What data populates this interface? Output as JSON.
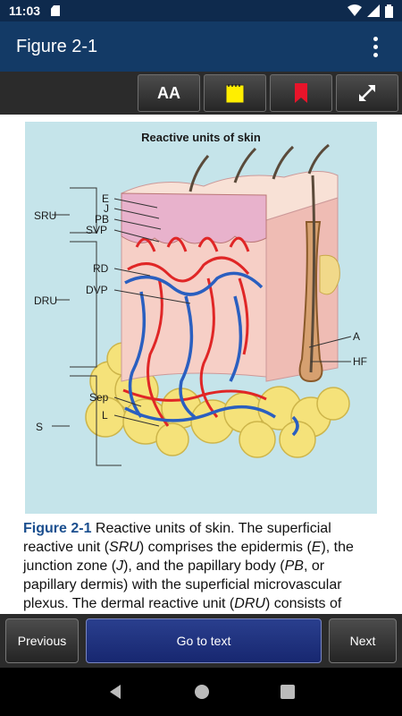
{
  "status_bar": {
    "time": "11:03"
  },
  "app_bar": {
    "title": "Figure 2-1"
  },
  "toolbar": {
    "font_size_label": "AA"
  },
  "figure": {
    "title": "Reactive units of skin",
    "labels": {
      "sru": "SRU",
      "dru": "DRU",
      "s": "S",
      "e": "E",
      "j": "J",
      "pb": "PB",
      "svp": "SVP",
      "rd": "RD",
      "dvp": "DVP",
      "sep": "Sep",
      "l": "L",
      "a": "A",
      "hf": "HF"
    }
  },
  "caption": {
    "lead": "Figure 2-1",
    "t1": " Reactive units of skin. The superficial reactive unit (",
    "i1": "SRU",
    "t2": ") comprises the epidermis (",
    "i2": "E",
    "t3": "), the junction zone (",
    "i3": "J",
    "t4": "), and the papillary body (",
    "i4": "PB",
    "t5": ", or papillary dermis) with the superficial microvascular plexus. The dermal reactive unit (",
    "i5": "DRU",
    "t6": ") consists of"
  },
  "bottom_bar": {
    "previous": "Previous",
    "go_to_text": "Go to text",
    "next": "Next"
  },
  "colors": {
    "status_bar": "#0e2a4d",
    "app_bar": "#133a66",
    "toolbar": "#2b2b2b",
    "figure_bg": "#c5e4ea",
    "caption_lead": "#1b4f8f"
  }
}
